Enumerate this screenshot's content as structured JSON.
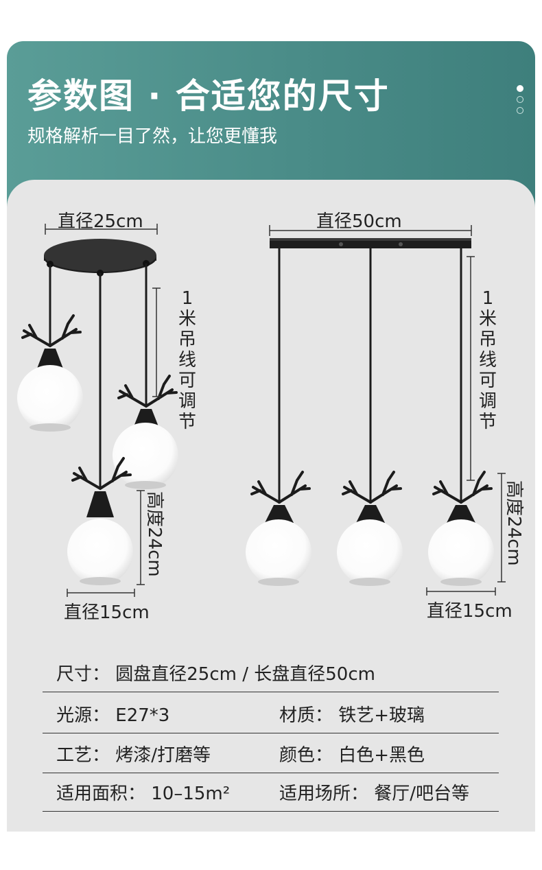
{
  "header": {
    "title": "参数图 · 合适您的尺寸",
    "subtitle": "规格解析一目了然，让您更懂我"
  },
  "colors": {
    "banner": "#4a8c88",
    "panel": "#e6e6e6",
    "lamp_metal": "#1c1c1c",
    "glass": "#ffffff"
  },
  "diagram": {
    "round": {
      "diameter_label": "直径25cm",
      "cable_label": "1米吊线可调节",
      "height_label": "高度24cm",
      "shade_label": "直径15cm"
    },
    "long": {
      "diameter_label": "直径50cm",
      "cable_label": "1米吊线可调节",
      "height_label": "高度24cm",
      "shade_label": "直径15cm"
    }
  },
  "specs": [
    {
      "left": "尺寸：  圆盘直径25cm  /  长盘直径50cm",
      "right": ""
    },
    {
      "left": "光源：  E27*3",
      "right": "材质：  铁艺+玻璃"
    },
    {
      "left": "工艺：  烤漆/打磨等",
      "right": "颜色：  白色+黑色"
    },
    {
      "left": "适用面积：  10–15m²",
      "right": "适用场所：  餐厅/吧台等"
    }
  ]
}
